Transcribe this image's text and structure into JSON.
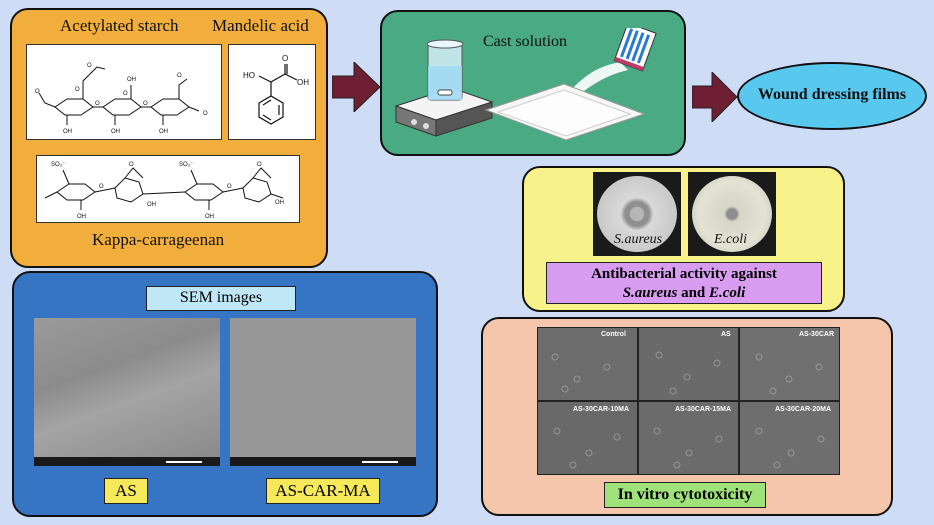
{
  "materials": {
    "acetylated_starch": "Acetylated starch",
    "mandelic_acid": "Mandelic acid",
    "kappa_carrageenan": "Kappa-carrageenan"
  },
  "cast": {
    "title": "Cast solution"
  },
  "wound": {
    "label": "Wound dressing films"
  },
  "antibacterial": {
    "dish1": "S.aureus",
    "dish2": "E.coli",
    "caption_line1": "Antibacterial activity against",
    "caption_s_aureus": "S.aureus",
    "caption_and": " and ",
    "caption_e_coli": "E.coli"
  },
  "sem": {
    "title": "SEM images",
    "img1_label": "AS",
    "img2_label": "AS-CAR-MA"
  },
  "cytotox": {
    "title": "In vitro cytotoxicity",
    "cells": [
      "Control",
      "AS",
      "AS-30CAR",
      "AS-30CAR-10MA",
      "AS-30CAR-15MA",
      "AS-30CAR-20MA"
    ]
  },
  "colors": {
    "background": "#cfdcf6",
    "materials_panel": "#f2ae3c",
    "cast_panel": "#4aaa84",
    "arrow": "#6e1f34",
    "wound_ellipse": "#58c8ee",
    "antibacterial_panel": "#f8f28a",
    "antibacterial_caption": "#d89df0",
    "sem_panel": "#3575c3",
    "sem_title_box": "#bfe7f6",
    "sem_label_box": "#f5e95a",
    "cytotox_panel": "#f5c6ab",
    "cytotox_caption": "#9fe27a"
  }
}
